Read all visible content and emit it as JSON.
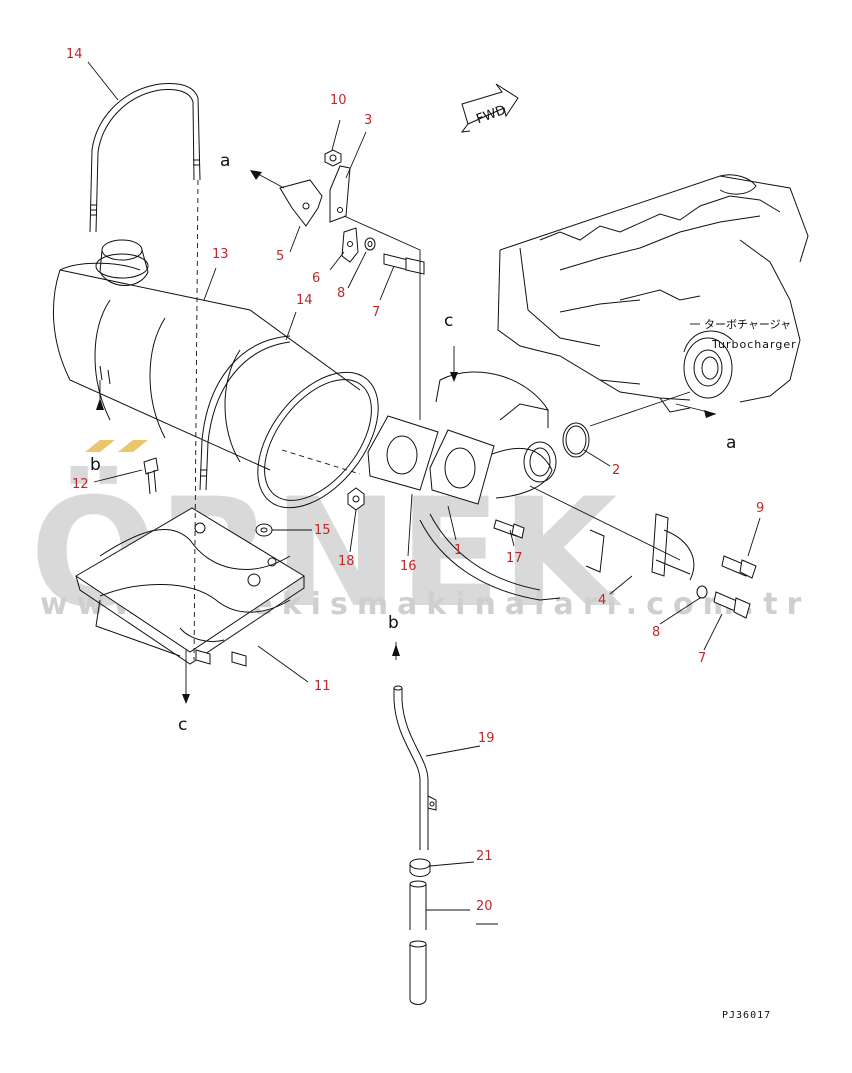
{
  "diagram": {
    "code": "PJ36017",
    "fwd_label": "FWD",
    "turbocharger_jp": "ターボチャージャ",
    "turbocharger_en": "Turbocharger"
  },
  "watermark": {
    "brand": "ÖRNEK",
    "url": "www.ornekismakinalari.com.tr"
  },
  "refs": [
    "a",
    "a",
    "b",
    "b",
    "c",
    "c"
  ],
  "parts": [
    "14",
    "10",
    "3",
    "5",
    "6",
    "8",
    "7",
    "13",
    "14",
    "12",
    "15",
    "18",
    "16",
    "1",
    "17",
    "2",
    "9",
    "4",
    "8",
    "7",
    "11",
    "19",
    "21",
    "20"
  ]
}
